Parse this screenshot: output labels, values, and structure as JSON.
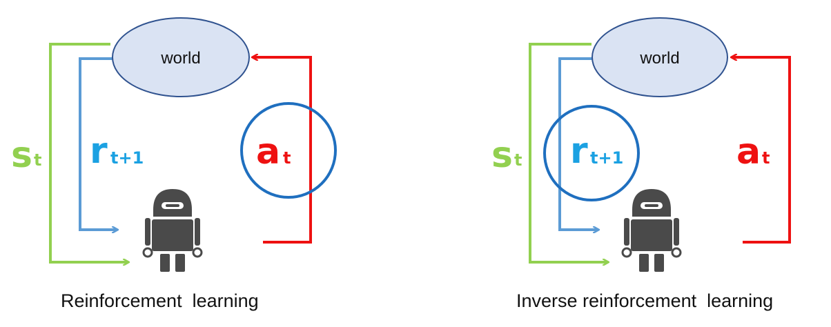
{
  "colors": {
    "state": "#92d050",
    "reward": "#5b9bd5",
    "reward_text": "#1ba1e2",
    "action": "#ee1111",
    "highlight": "#1f6fbf",
    "world_fill": "#dae3f3",
    "world_stroke": "#2f528f",
    "robot": "#4a4a4a"
  },
  "panels": [
    {
      "world_label": "world",
      "state_main": "s",
      "state_sub": "t",
      "reward_main": "r",
      "reward_sub": "t+1",
      "action_main": "a",
      "action_sub": "t",
      "highlighted": "action",
      "caption": "Reinforcement  learning",
      "icon": "robot-icon"
    },
    {
      "world_label": "world",
      "state_main": "s",
      "state_sub": "t",
      "reward_main": "r",
      "reward_sub": "t+1",
      "action_main": "a",
      "action_sub": "t",
      "highlighted": "reward",
      "caption": "Inverse reinforcement  learning",
      "icon": "robot-icon"
    }
  ]
}
